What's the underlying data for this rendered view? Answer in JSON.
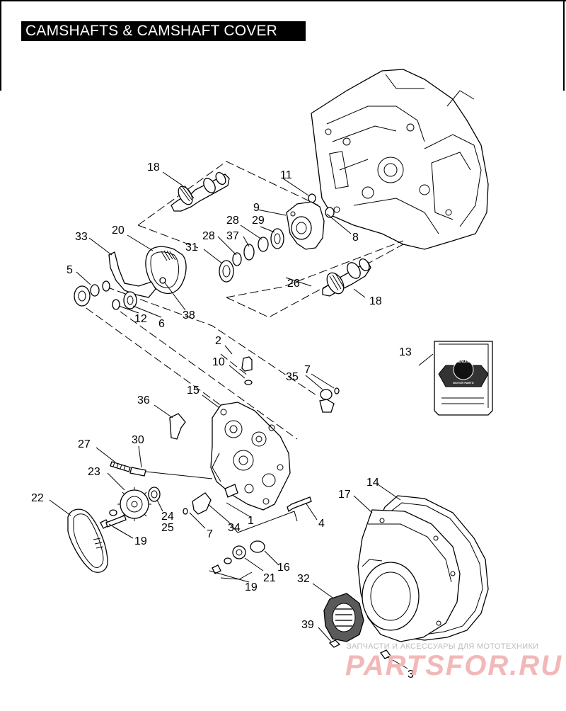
{
  "title": "CAMSHAFTS & CAMSHAFT COVER",
  "callouts": {
    "c1": "1",
    "c2": "2",
    "c3": "3",
    "c4": "4",
    "c5": "5",
    "c6": "6",
    "c7a": "7",
    "c7b": "7",
    "c8": "8",
    "c9": "9",
    "c10": "10",
    "c11": "11",
    "c12": "12",
    "c13": "13",
    "c14": "14",
    "c15": "15",
    "c16": "16",
    "c17": "17",
    "c18a": "18",
    "c18b": "18",
    "c19a": "19",
    "c19b": "19",
    "c20": "20",
    "c21": "21",
    "c22": "22",
    "c23": "23",
    "c24": "24",
    "c25": "25",
    "c26": "26",
    "c27": "27",
    "c28a": "28",
    "c28b": "28",
    "c29": "29",
    "c30": "30",
    "c31": "31",
    "c32": "32",
    "c33": "33",
    "c34": "34",
    "c35": "35",
    "c36": "36",
    "c37": "37",
    "c38": "38",
    "c39": "39"
  },
  "genuine_logo": {
    "top": "GENUINE",
    "bottom": "MOTOR PARTS"
  },
  "watermark": {
    "tagline": "ЗАПЧАСТИ И АКСЕССУАРЫ ДЛЯ МОТОТЕХНИКИ",
    "brand": "PARTSFOR.RU"
  },
  "colors": {
    "line": "#000000",
    "title_bg": "#000000",
    "title_fg": "#ffffff",
    "watermark_brand": "#f2b8b8",
    "watermark_tagline": "#bdbdbd"
  }
}
